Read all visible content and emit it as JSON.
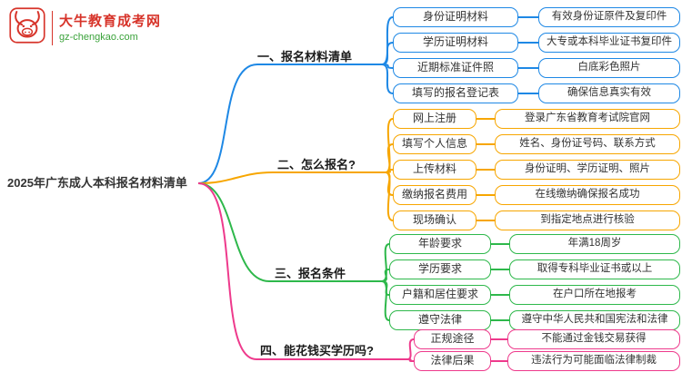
{
  "site": {
    "name": "大牛教育成考网",
    "domain": "gz-chengkao.com"
  },
  "root": {
    "label": "2025年广东成人本科报名材料清单"
  },
  "colors": {
    "branch1": "#1e88e5",
    "branch2": "#f7a600",
    "branch3": "#2eb84b",
    "branch4": "#ee3a8c",
    "logo_red": "#d7342a",
    "logo_green": "#3aa23a"
  },
  "branches": [
    {
      "label": "一、报名材料清单",
      "color": "#1e88e5",
      "children": [
        {
          "label": "身份证明材料",
          "detail": "有效身份证原件及复印件"
        },
        {
          "label": "学历证明材料",
          "detail": "大专或本科毕业证书复印件"
        },
        {
          "label": "近期标准证件照",
          "detail": "白底彩色照片"
        },
        {
          "label": "填写的报名登记表",
          "detail": "确保信息真实有效"
        }
      ]
    },
    {
      "label": "二、怎么报名?",
      "color": "#f7a600",
      "children": [
        {
          "label": "网上注册",
          "detail": "登录广东省教育考试院官网"
        },
        {
          "label": "填写个人信息",
          "detail": "姓名、身份证号码、联系方式"
        },
        {
          "label": "上传材料",
          "detail": "身份证明、学历证明、照片"
        },
        {
          "label": "缴纳报名费用",
          "detail": "在线缴纳确保报名成功"
        },
        {
          "label": "现场确认",
          "detail": "到指定地点进行核验"
        }
      ]
    },
    {
      "label": "三、报名条件",
      "color": "#2eb84b",
      "children": [
        {
          "label": "年龄要求",
          "detail": "年满18周岁"
        },
        {
          "label": "学历要求",
          "detail": "取得专科毕业证书或以上"
        },
        {
          "label": "户籍和居住要求",
          "detail": "在户口所在地报考"
        },
        {
          "label": "遵守法律",
          "detail": "遵守中华人民共和国宪法和法律"
        }
      ]
    },
    {
      "label": "四、能花钱买学历吗?",
      "color": "#ee3a8c",
      "children": [
        {
          "label": "正规途径",
          "detail": "不能通过金钱交易获得"
        },
        {
          "label": "法律后果",
          "detail": "违法行为可能面临法律制裁"
        }
      ]
    }
  ]
}
